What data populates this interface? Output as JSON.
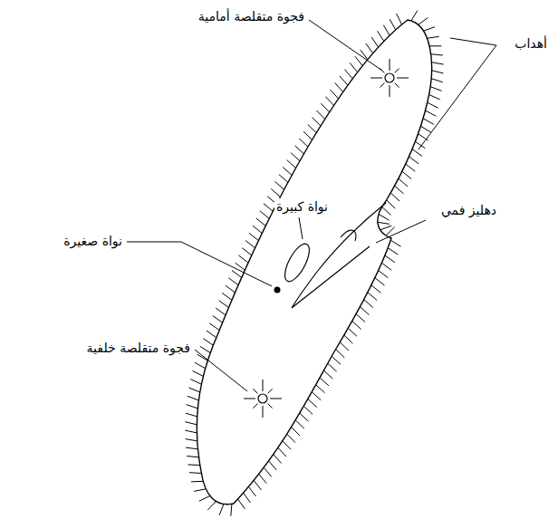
{
  "diagram": {
    "labels": [
      "فجوة متقلصة أمامية",
      "أهداب",
      "نواة كبيرة",
      "دهليز فمي",
      "نواة صغيرة",
      "فجوة متقلصة خلفية"
    ]
  }
}
